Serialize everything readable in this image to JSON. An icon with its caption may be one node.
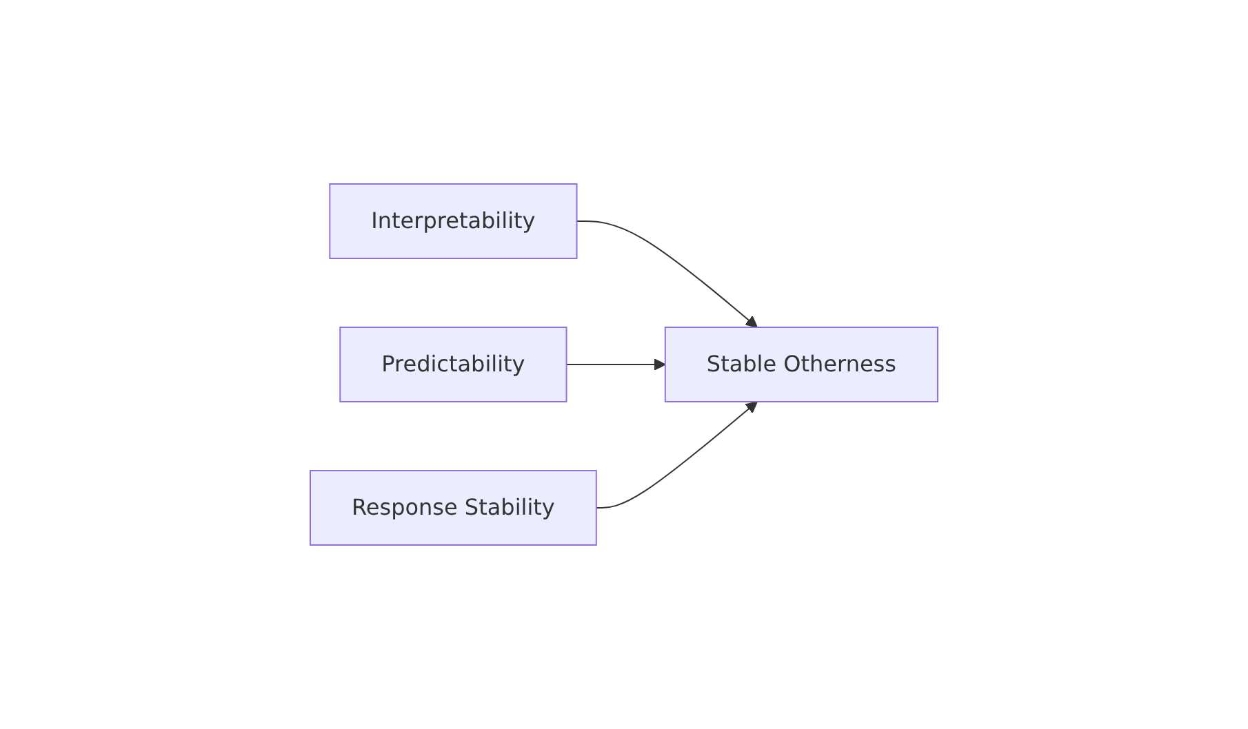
{
  "diagram": {
    "nodes": [
      {
        "text": [
          "Interpretability"
        ]
      },
      {
        "text": [
          "Predictability"
        ]
      },
      {
        "text": [
          "Response Stability"
        ]
      },
      {
        "text": [
          "Stable Otherness"
        ]
      }
    ],
    "edges": [
      {
        "from": 0,
        "to": 3,
        "arrow": "to"
      },
      {
        "from": 1,
        "to": 3,
        "arrow": "to"
      },
      {
        "from": 2,
        "to": 3,
        "arrow": "to"
      }
    ]
  }
}
